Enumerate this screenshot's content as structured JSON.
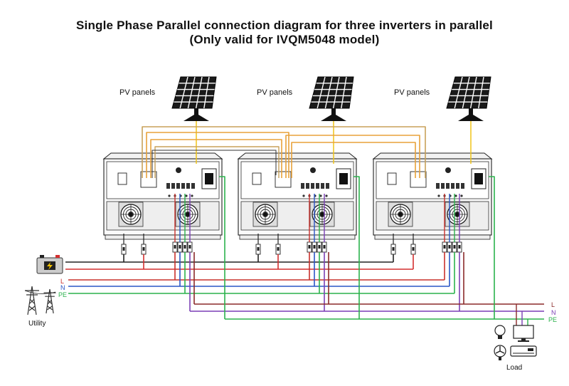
{
  "title": {
    "line1": "Single Phase Parallel connection diagram for three inverters in parallel",
    "line2": "(Only valid for IVQM5048 model)"
  },
  "pv_panels_label": "PV panels",
  "grid": {
    "labels": [
      "L",
      "N",
      "PE"
    ]
  },
  "utility_label": "Utility",
  "load": {
    "label": "Load",
    "wire_labels": [
      "L",
      "N",
      "PE"
    ]
  },
  "inverter_count": 3,
  "colors": {
    "line_l": "#c9302c",
    "line_n": "#2a56c6",
    "line_pe": "#2bb24c",
    "battery_neg": "#222222",
    "battery_pos": "#d32f2f",
    "load_n": "#7b3fb5",
    "load_l": "#8b2a2a",
    "comm_orange": "#e8a23a",
    "comm_tan": "#c8a15a",
    "pv_yellow": "#f0c419"
  },
  "icons": [
    "solar-panel-icon",
    "battery-icon",
    "utility-pylon-icon",
    "light-bulb-icon",
    "monitor-icon",
    "fan-icon",
    "air-conditioner-icon"
  ]
}
